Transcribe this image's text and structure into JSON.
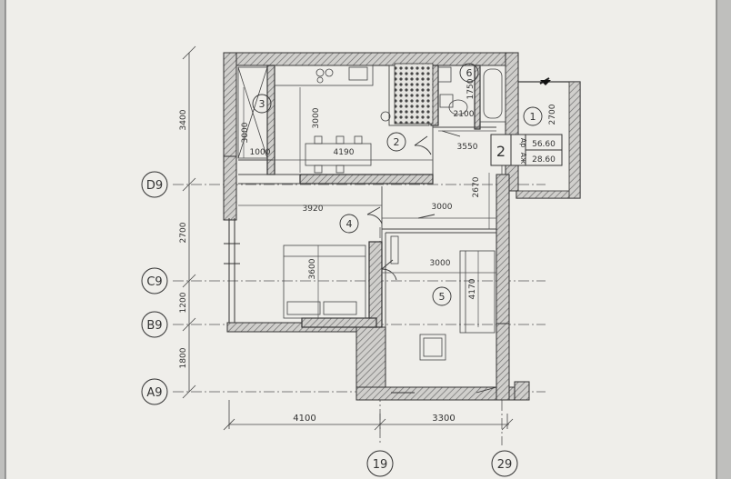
{
  "colors": {
    "paper": "#f2f1ee",
    "ink": "#3a3a3a",
    "wall_hatch": "#8a8a8a"
  },
  "dimensions": {
    "left": [
      "3400",
      "2700",
      "1200",
      "1800"
    ],
    "bottom": [
      "4100",
      "3300"
    ],
    "inner": [
      "3000",
      "1000",
      "4190",
      "3920",
      "3000",
      "3600",
      "3000",
      "4170",
      "1750",
      "2100",
      "3550",
      "2670",
      "2700"
    ]
  },
  "axes": {
    "rows": [
      "D9",
      "C9",
      "B9",
      "A9"
    ],
    "cols": [
      "19",
      "29"
    ]
  },
  "rooms": [
    "1",
    "2",
    "3",
    "4",
    "5",
    "6"
  ],
  "apartment": {
    "number": "2",
    "area_label": "Ар",
    "total_area": "56.60",
    "living_label": "Аж",
    "living_area": "28.60"
  }
}
